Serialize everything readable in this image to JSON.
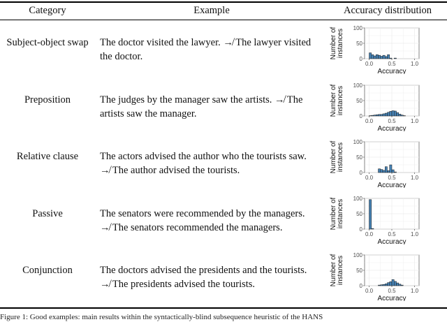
{
  "headers": {
    "category": "Category",
    "example": "Example",
    "distribution": "Accuracy distribution"
  },
  "axis": {
    "xlabel": "Accuracy",
    "ylabel_line1": "Number of",
    "ylabel_line2": "instances",
    "yticks": [
      "0",
      "50",
      "100"
    ],
    "xticks": [
      "0.0",
      "0.5",
      "1.0"
    ]
  },
  "rows": [
    {
      "category": "Subject-object swap",
      "example_line1": "The doctor visited the lawyer. ↛ The lawyer visited",
      "example_line2": "the doctor."
    },
    {
      "category": "Preposition",
      "example_line1": "The judges by the manager saw the artists. ↛ The",
      "example_line2": "artists saw the manager."
    },
    {
      "category": "Relative clause",
      "example_line1": "The actors advised the author who the tourists saw.",
      "example_line2": "↛ The author advised the tourists."
    },
    {
      "category": "Passive",
      "example_line1": "The senators were recommended by the managers.",
      "example_line2": "↛ The senators recommended the managers."
    },
    {
      "category": "Conjunction",
      "example_line1": "The doctors advised the presidents and the tourists.",
      "example_line2": "↛ The presidents advised the tourists."
    }
  ],
  "caption": "Figure 1: Good examples: main results within the syntactically-blind subsequence heuristic of the HANS",
  "chart_data": [
    {
      "type": "bar",
      "xlabel": "Accuracy",
      "ylabel": "Number of instances",
      "xlim": [
        -0.1,
        1.1
      ],
      "ylim": [
        0,
        100
      ],
      "bin_width": 0.05,
      "bin_starts": [
        0.0,
        0.05,
        0.1,
        0.15,
        0.2,
        0.25,
        0.3,
        0.35,
        0.4,
        0.45,
        0.5,
        0.55,
        0.6,
        0.65,
        0.7,
        0.75
      ],
      "values": [
        19,
        13,
        9,
        13,
        11,
        8,
        11,
        7,
        13,
        2,
        0,
        2,
        0,
        0,
        0,
        0
      ]
    },
    {
      "type": "bar",
      "xlabel": "Accuracy",
      "ylabel": "Number of instances",
      "xlim": [
        -0.1,
        1.1
      ],
      "ylim": [
        0,
        100
      ],
      "bin_width": 0.05,
      "bin_starts": [
        0.0,
        0.05,
        0.1,
        0.15,
        0.2,
        0.25,
        0.3,
        0.35,
        0.4,
        0.45,
        0.5,
        0.55,
        0.6,
        0.65,
        0.7,
        0.75
      ],
      "values": [
        1,
        2,
        3,
        4,
        5,
        5,
        7,
        9,
        12,
        15,
        17,
        16,
        11,
        6,
        3,
        1
      ]
    },
    {
      "type": "bar",
      "xlabel": "Accuracy",
      "ylabel": "Number of instances",
      "xlim": [
        -0.1,
        1.1
      ],
      "ylim": [
        0,
        100
      ],
      "bin_width": 0.05,
      "bin_starts": [
        0.0,
        0.05,
        0.1,
        0.15,
        0.2,
        0.25,
        0.3,
        0.35,
        0.4,
        0.45,
        0.5,
        0.55,
        0.6,
        0.65,
        0.7,
        0.75
      ],
      "values": [
        0,
        0,
        0,
        0,
        12,
        10,
        7,
        19,
        6,
        25,
        9,
        2,
        0,
        0,
        0,
        0
      ]
    },
    {
      "type": "bar",
      "xlabel": "Accuracy",
      "ylabel": "Number of instances",
      "xlim": [
        -0.1,
        1.1
      ],
      "ylim": [
        0,
        100
      ],
      "bin_width": 0.05,
      "bin_starts": [
        0.0,
        0.05,
        0.1,
        0.15,
        0.2,
        0.25,
        0.3,
        0.35,
        0.4,
        0.45,
        0.5,
        0.55,
        0.6,
        0.65,
        0.7,
        0.75
      ],
      "values": [
        96,
        2,
        0,
        0,
        0,
        0,
        0,
        0,
        0,
        0,
        0,
        0,
        0,
        0,
        0,
        0
      ]
    },
    {
      "type": "bar",
      "xlabel": "Accuracy",
      "ylabel": "Number of instances",
      "xlim": [
        -0.1,
        1.1
      ],
      "ylim": [
        0,
        100
      ],
      "bin_width": 0.05,
      "bin_starts": [
        0.0,
        0.05,
        0.1,
        0.15,
        0.2,
        0.25,
        0.3,
        0.35,
        0.4,
        0.45,
        0.5,
        0.55,
        0.6,
        0.65,
        0.7,
        0.75
      ],
      "values": [
        0,
        0,
        0,
        0,
        2,
        3,
        4,
        6,
        10,
        13,
        20,
        14,
        9,
        5,
        2,
        0
      ]
    }
  ]
}
